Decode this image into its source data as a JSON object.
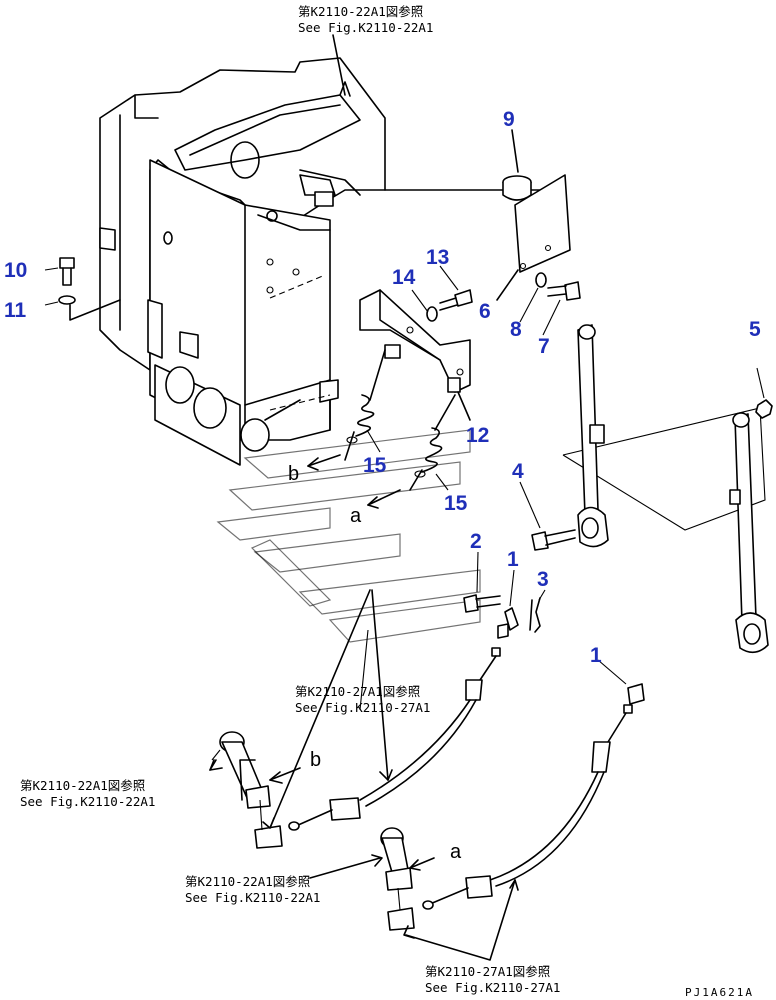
{
  "callouts": [
    {
      "id": "c9",
      "text": "9"
    },
    {
      "id": "c13",
      "text": "13"
    },
    {
      "id": "c14",
      "text": "14"
    },
    {
      "id": "c10",
      "text": "10"
    },
    {
      "id": "c11",
      "text": "11"
    },
    {
      "id": "c6",
      "text": "6"
    },
    {
      "id": "c8",
      "text": "8"
    },
    {
      "id": "c7",
      "text": "7"
    },
    {
      "id": "c5",
      "text": "5"
    },
    {
      "id": "c12",
      "text": "12"
    },
    {
      "id": "c15a",
      "text": "15"
    },
    {
      "id": "c15b",
      "text": "15"
    },
    {
      "id": "c4",
      "text": "4"
    },
    {
      "id": "c2",
      "text": "2"
    },
    {
      "id": "c1a",
      "text": "1"
    },
    {
      "id": "c3",
      "text": "3"
    },
    {
      "id": "c1b",
      "text": "1"
    }
  ],
  "view_letters": {
    "b_top": "b",
    "a_top": "a",
    "b_bottom": "b",
    "a_bottom": "a"
  },
  "references": {
    "top_jp": "第K2110-22A1図参照",
    "top_en": "See Fig.K2110-22A1",
    "mid_jp": "第K2110-27A1図参照",
    "mid_en": "See Fig.K2110-27A1",
    "left_jp": "第K2110-22A1図参照",
    "left_en": "See Fig.K2110-22A1",
    "center_jp": "第K2110-22A1図参照",
    "center_en": "See Fig.K2110-22A1",
    "bottom_jp": "第K2110-27A1図参照",
    "bottom_en": "See Fig.K2110-27A1"
  },
  "drawing_code": "PJ1A621A",
  "colors": {
    "callout": "#1f2fb8",
    "line": "#000000"
  }
}
